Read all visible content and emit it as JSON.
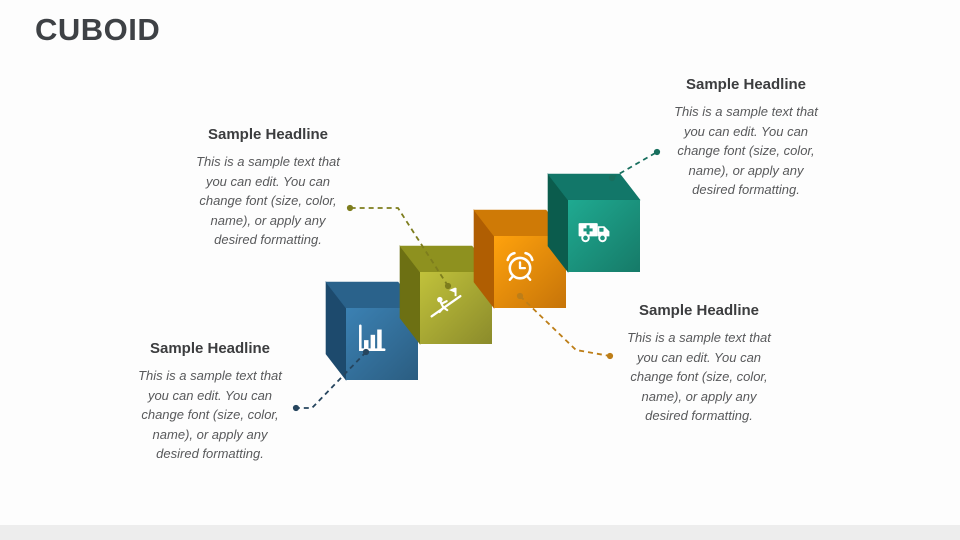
{
  "slide": {
    "title": "CUBOID",
    "background": "#fdfdfd"
  },
  "callouts": [
    {
      "position": "top-left",
      "headline": "Sample Headline",
      "body": "This is a sample text that you can edit. You can change font (size, color, name), or apply any desired formatting."
    },
    {
      "position": "top-right",
      "headline": "Sample Headline",
      "body": "This is a sample text that you can edit. You can change font (size, color, name), or apply any desired formatting."
    },
    {
      "position": "bottom-left",
      "headline": "Sample Headline",
      "body": "This is a sample text that you can edit. You can change font (size, color, name), or apply any desired formatting."
    },
    {
      "position": "bottom-right",
      "headline": "Sample Headline",
      "body": "This is a sample text that you can edit. You can change font (size, color, name), or apply any desired formatting."
    }
  ],
  "cubes": [
    {
      "icon": "bar-chart-icon",
      "front_color": "#34719d",
      "side_color": "#1d4a6d",
      "top_color": "#2a628b",
      "connector_color": "#26455e"
    },
    {
      "icon": "mountain-climb-icon",
      "front_color": "#a9aa34",
      "side_color": "#6d7013",
      "top_color": "#8e911f",
      "connector_color": "#7d7d1d"
    },
    {
      "icon": "alarm-clock-icon",
      "front_color": "#f18e0b",
      "side_color": "#b05e02",
      "top_color": "#cf7a06",
      "connector_color": "#bd7e18"
    },
    {
      "icon": "ambulance-icon",
      "front_color": "#1b957f",
      "side_color": "#0b5c4d",
      "top_color": "#127769",
      "connector_color": "#186f5e"
    }
  ]
}
